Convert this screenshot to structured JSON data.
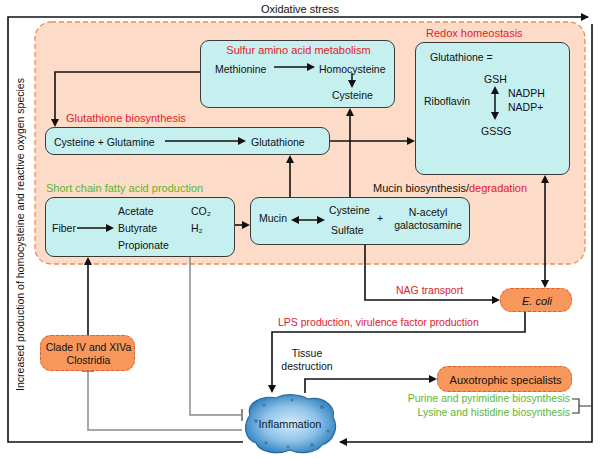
{
  "diagram": {
    "nodes": [
      {
        "text": [
          "Sulfur amino acid metabolism",
          "Methionine",
          "Homocysteine",
          "Cysteine"
        ]
      },
      {
        "text": [
          "Redox homeostasis",
          "Glutathione =",
          "GSH",
          "Riboflavin",
          "NADPH",
          "NADP+",
          "GSSG"
        ]
      },
      {
        "text": [
          "Glutathione biosynthesis",
          "Cysteine + Glutamine",
          "Glutathione"
        ]
      },
      {
        "text": [
          "Short chain fatty acid production",
          "Fiber",
          "Acetate",
          "Butyrate",
          "Propionate",
          "CO₂",
          "H₂"
        ]
      },
      {
        "text": [
          "Mucin biosynthesis/",
          "degradation",
          "Mucin",
          "Cysteine",
          "Sulfate",
          "+",
          "N-acetyl galactosamine"
        ]
      },
      {
        "text": [
          "E. coli"
        ]
      },
      {
        "text": [
          "Auxotrophic specialists"
        ]
      },
      {
        "text": [
          "Clade IV and XIVa Clostridia"
        ]
      },
      {
        "text": [
          "Inflammation"
        ]
      }
    ],
    "edges": [
      {
        "from": 0,
        "to": 2,
        "arrow": "to"
      },
      {
        "from": 4,
        "to": 0,
        "arrow": "to"
      },
      {
        "from": 4,
        "to": 2,
        "arrow": "to"
      },
      {
        "from": 2,
        "to": 1,
        "arrow": "to"
      },
      {
        "from": 3,
        "to": 4,
        "arrow": "to"
      },
      {
        "from": 4,
        "to": 5,
        "arrow": "to",
        "label": "NAG transport"
      },
      {
        "from": 1,
        "to": 5,
        "arrow": "both"
      },
      {
        "from": 5,
        "to": 8,
        "arrow": "to",
        "label": "LPS production, virulence factor production"
      },
      {
        "from": 8,
        "to": 6,
        "arrow": "to",
        "label": "Tissue destruction"
      },
      {
        "from": 7,
        "to": 3,
        "arrow": "to"
      },
      {
        "from": 3,
        "to": 8,
        "arrow": "to"
      },
      {
        "from": 8,
        "to": 7,
        "arrow": "to"
      }
    ],
    "labels": [
      "Oxidative stress",
      "Increased production of homocysteine and reactive oxygen species",
      "Purine and pyrimidine biosynthesis",
      "Lysine and histidine biosynthesis"
    ]
  }
}
